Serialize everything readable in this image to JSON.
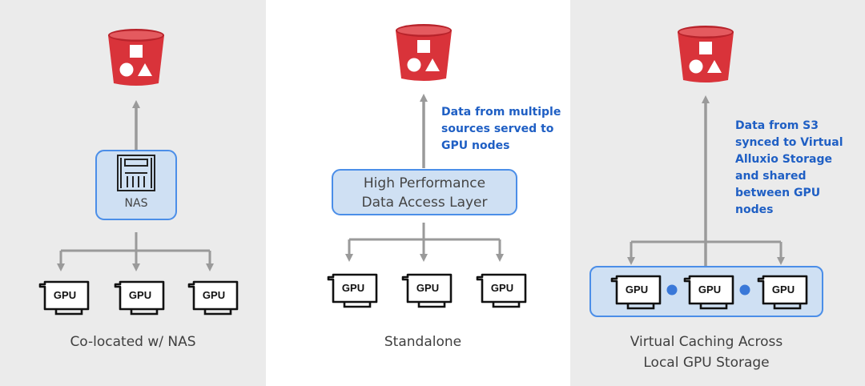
{
  "panels": [
    {
      "caption": "Co-located w/ NAS",
      "box_label": "NAS"
    },
    {
      "caption": "Standalone",
      "box_label_line1": "High Performance",
      "box_label_line2": "Data Access Layer",
      "note": "Data from multiple sources served to GPU nodes"
    },
    {
      "caption_line1": "Virtual Caching Across",
      "caption_line2": "Local GPU Storage",
      "note": "Data from S3 synced to Virtual Alluxio Storage and shared between GPU nodes"
    }
  ],
  "gpu_label": "GPU",
  "colors": {
    "bucket_red": "#d9333a",
    "box_fill": "#cfe0f3",
    "box_border": "#4b8ee8",
    "arrow_gray": "#9a9a9a",
    "note_blue": "#1f5fc4",
    "dot_blue": "#3a78d8"
  },
  "icons": [
    "storage-bucket-icon",
    "nas-server-icon",
    "gpu-card-icon"
  ]
}
